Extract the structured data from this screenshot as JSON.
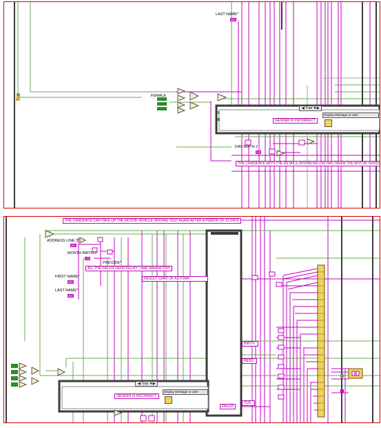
{
  "top": {
    "last_name": "LAST NAME*",
    "female": "FEMALE",
    "case_true": "True",
    "display_message": "Display Message to User",
    "gender_incorrect": "GENDER IS INCORRECT",
    "day_birth": "DAY BIRTH 2",
    "candidate_taken": "THE CANDIDATE WITH THE DETAILS SHOWN BELOW HAS TAKEN THE MOTOR VEHICLE"
  },
  "bottom": {
    "retake_msg": "THE CANDIDATE CAN TAKE UP THE MOTOR VEHICLE DRIVING TEST AGAIN AFTER A PERIOD OF 15 DAYS",
    "address_line": "ADDRESS LINE 3*",
    "month_birth": "MONTH BIRTH 2",
    "pincode": "PINCODE*",
    "all_fields": "ALL THE FIELDS DENOTED BY * ARE MANDATORY",
    "result_card": "RESULT CARD OF AUTOMA",
    "first_name": "FIRST NAME*",
    "last_name": "LAST NAME*",
    "birth": "BIRTH :",
    "address": "RESS :",
    "status": "TUS :",
    "case_true": "True",
    "display_message": "Display Message to User",
    "gender_incorrect": "GENDER IS INCORRECT",
    "failed": "FAILED"
  },
  "colors": {
    "border": "#d40000",
    "string_wire": "#c000c0",
    "bool_wire": "#6aa84f",
    "dark_frame": "#3a3a3a"
  }
}
